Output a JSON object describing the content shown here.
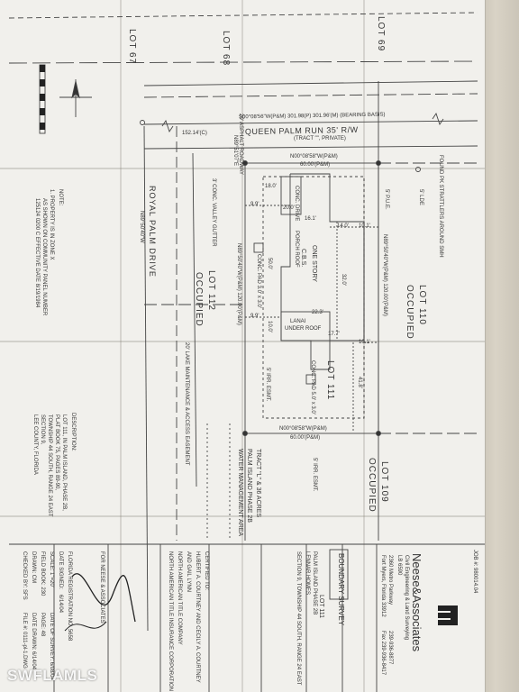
{
  "lots": {
    "lot69": "LOT 69",
    "lot68": "LOT 68",
    "lot67": "LOT 67",
    "lot112": "LOT 112",
    "lot110": "LOT 110",
    "lot109": "LOT 109",
    "lot111": "LOT 111",
    "occupied": "OCCUPIED"
  },
  "road": {
    "queen_palm": "QUEEN PALM RUN 35' R/W",
    "tract_private": "(TRACT \"\", PRIVATE)",
    "royal_palm": "ROYAL PALM DRIVE",
    "royal_palm_sub": "N89°50'40\"W",
    "asphalt": "20' ASPHALT ROADWAY",
    "valley_gutter": "3' CONC. VALLEY GUTTER"
  },
  "bearings": {
    "top_bearing": "S00°08'56\"W(P&M)  301.98(P)  301.96'(M)  (BEARING BASIS)",
    "north_line": "N00°08'58\"W(P&M)",
    "north_dist": "60.00'(P&M)",
    "south_line": "N00°08'58\"W(P&M)",
    "south_dist": "60.00'(P&M)",
    "west_line": "N89°50'40\"W(P&M) 120.00'(P&M)",
    "east_line": "N89°50'40\"W(P&M) 120.00'(P&M)",
    "n89_short": "N89°51'07\"E",
    "dist_152": "152.14'(C)"
  },
  "house": {
    "one_story": "ONE STORY",
    "cbs": "C.B.S.",
    "conc_drive": "CONC. DRIVE",
    "porch_roof": "PORCH ROOF",
    "lanai": "LANAI",
    "under_roof": "UNDER ROOF",
    "conc_pad_a": "CONC. PAD 3.0' x 3.0'",
    "conc_pad_b": "CONC. PAD 5.0' x 3.0'",
    "d_14_0": "14.0'",
    "d_10_1": "10.1'",
    "d_32_0": "32.0'",
    "d_22_3": "22.3'",
    "d_17_7": "17.7'",
    "d_41_8": "41.8'",
    "d_9_9": "9.9'",
    "d_18_0": "18.0'",
    "d_20_0": "20.0'",
    "d_16_1": "16.1'",
    "d_10_0": "10.0'",
    "d_50_0": "50.0'"
  },
  "easements": {
    "pue": "5' P.U.E.",
    "lde": "5' LDE",
    "irr_a": "5' IRR. ESMT.",
    "irr_b": "5' IRR. ESMT.",
    "lake_maint": "20' LAKE MAINTENANCE & ACCESS EASEMENT",
    "found_pk": "FOUND PK STRATTLERS AROUND SMH"
  },
  "tract": {
    "line1": "TRACT \"L\" & 36 ACRES",
    "line2": "PALM ISLAND PHASE 2B",
    "line3": "WATER MANAGEMENT AREA"
  },
  "notes": {
    "heading": "NOTE:",
    "n1": "1. PROPERTY IS IN ZONE X",
    "n2": "AS SHOWN ON COMMUNITY PANEL NUMBER",
    "n3": "125124 0200 C EFFECTIVE DATE 8/19/1984"
  },
  "description": {
    "heading": "DESCRIPTION:",
    "l1": "LOT 111, IN PALM ISLAND, PHASE 2B,",
    "l2": "PLAT BOOK 75, PAGES 89-90,",
    "l3": "TOWNSHIP 44 SOUTH, RANGE 24 EAST",
    "l4": "SECTION 9,",
    "l5": "LEE COUNTY, FLORIDA"
  },
  "certified": {
    "heading": "CERTIFIED TO:",
    "c1": "HUBERT A. COURTNEY AND CECILY A. COURTNEY",
    "c2": "AND GAIL LYNN",
    "c3": "NORTH AMERICAN TITLE COMPANY",
    "c4": "NORTH AMERICAN TITLE INSURANCE CORPORATION"
  },
  "titleblock": {
    "job": "JOB #: 980014.04",
    "company": "Neese&Associates",
    "company_sub": "Civil Engineering & Land Surveying",
    "lb": "LB 6590",
    "addr1": "2360 Metro Parkway",
    "addr2": "Fort Myers, Florida 33912",
    "phone": "239-936-8877",
    "fax": "Fax 239-936-8417",
    "survey_type": "BOUNDARY SURVEY",
    "lot": "LOT 111",
    "project": "PALM ISLAND PHASE 2B",
    "builder": "LENNAR HOMES",
    "section": "SECTION 9, TOWNSHIP 44 SOUTH, RANGE 24 EAST",
    "scale": "SCALE: 1\"=20'",
    "field_book": "FIELD BOOK: 230",
    "page": "PAGE: 48",
    "drawn": "DRAWN: CM",
    "checked": "CHECKED BY: SFS",
    "date_survey": "DATE OF SURVEY: 6/08/04",
    "date_drawn": "DATE DRAWN: 6/14/04",
    "file": "FILE #: 0111-pl-1.DWG",
    "date_signed_label": "DATE SIGNED:",
    "date_signed": "6/14/04",
    "reg": "FLORIDA REGISTRATION NO. 5658",
    "for": "FOR NEESE & ASSOCIATES"
  },
  "watermark": "SWFLAMLS",
  "colors": {
    "paper": "#f1f0ec",
    "ink": "#2a2a2a",
    "line": "#333333"
  }
}
